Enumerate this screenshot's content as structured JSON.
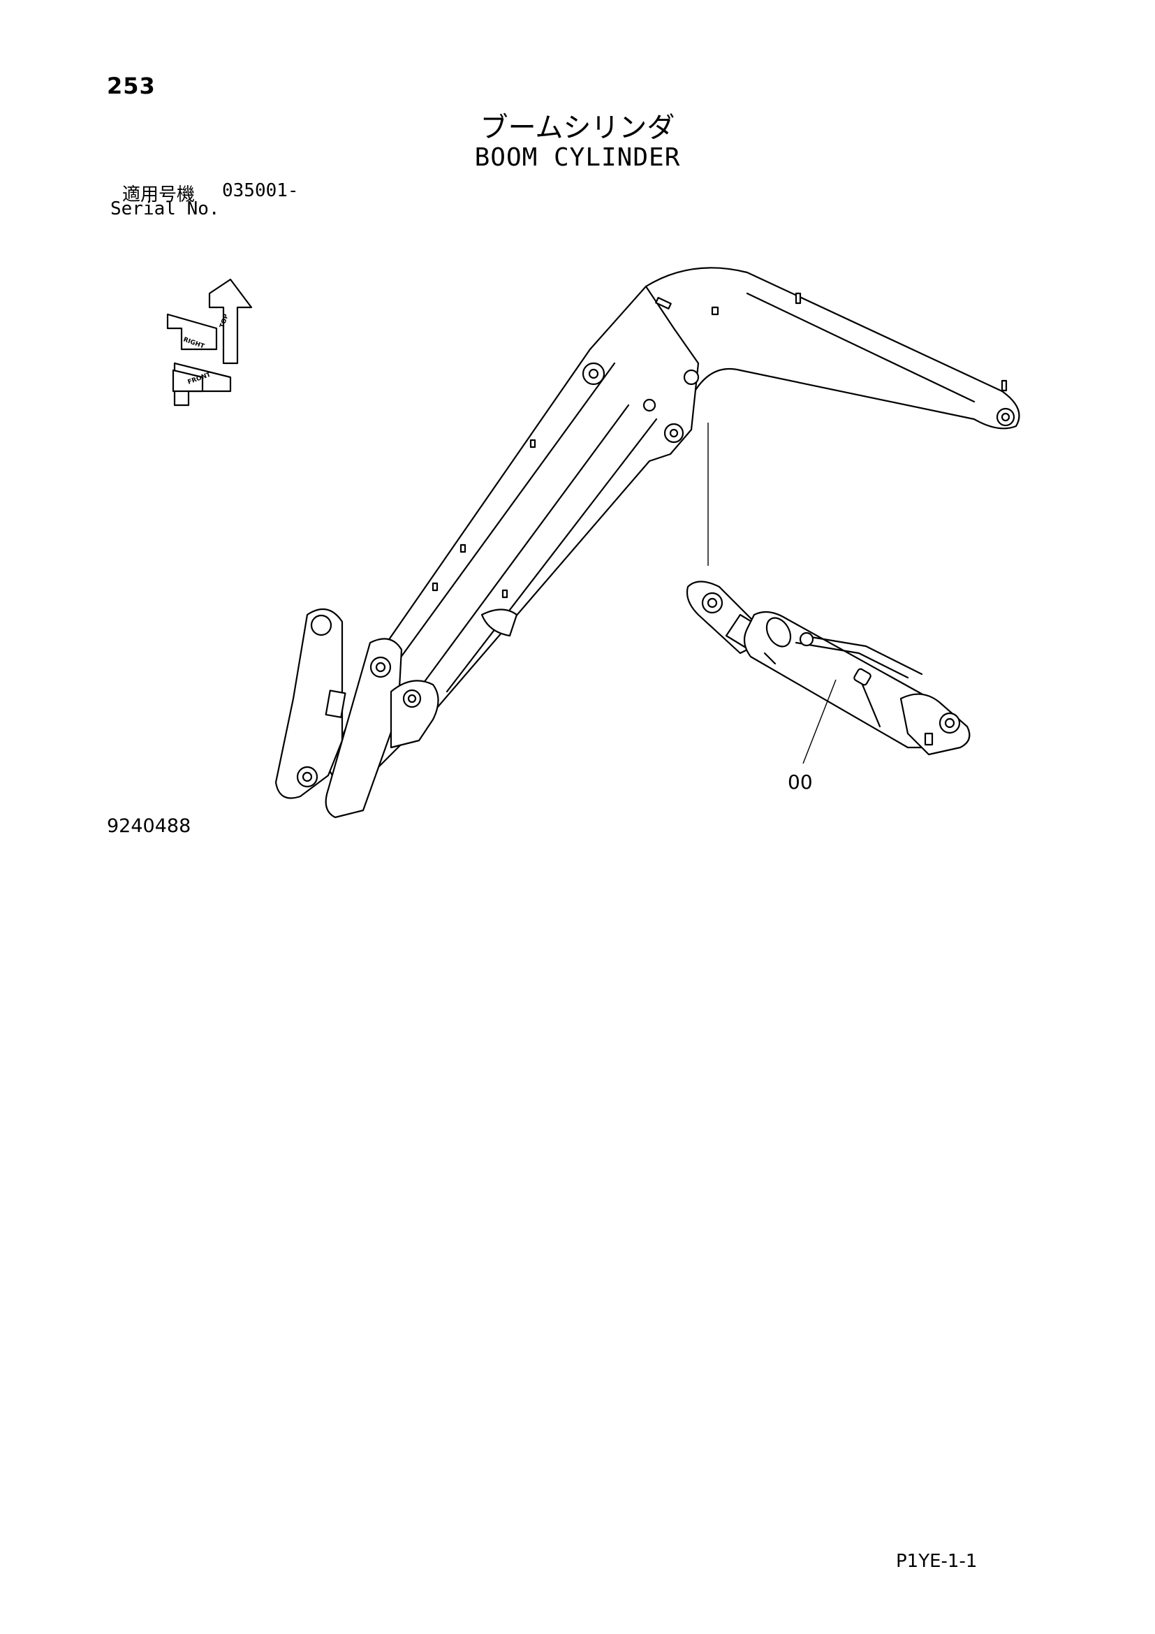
{
  "header": {
    "page_number": "253",
    "title_jp": "ブームシリンダ",
    "title_en": "BOOM CYLINDER"
  },
  "serial": {
    "label_jp": "適用号機",
    "value": "035001-",
    "label_en": "Serial No."
  },
  "orientation_icon": {
    "labels": [
      "TOP",
      "RIGHT",
      "FRONT"
    ]
  },
  "callouts": [
    {
      "label": "00"
    }
  ],
  "figure_number": "9240488",
  "page_code": "P1YE-1-1"
}
